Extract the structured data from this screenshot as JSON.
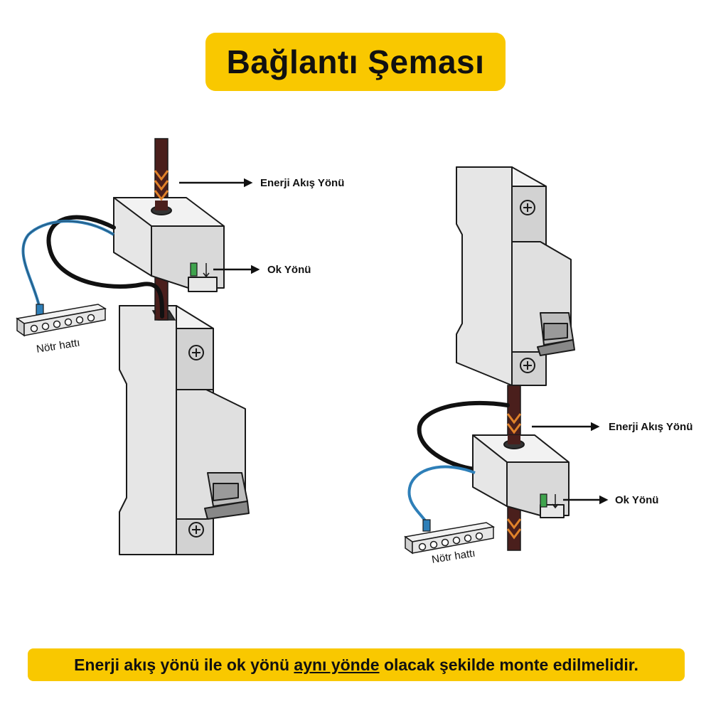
{
  "title": "Bağlantı Şeması",
  "footer": {
    "part1": "Enerji akış yönü ile ok yönü ",
    "underlined": "aynı yönde",
    "part2": " olacak şekilde monte edilmelidir."
  },
  "left_panel": {
    "energy_flow_label": "Enerji Akış Yönü",
    "arrow_direction_label": "Ok Yönü",
    "neutral_label": "Nötr hattı"
  },
  "right_panel": {
    "energy_flow_label": "Enerji Akış Yönü",
    "arrow_direction_label": "Ok Yönü",
    "neutral_label": "Nötr hattı"
  },
  "colors": {
    "accent_yellow": "#F9C800",
    "phase_cable": "#4A1F1C",
    "flow_chevron": "#E0822A",
    "neutral_cable": "#2E7FB8",
    "indicator_green": "#3FA34D",
    "device_body": "#E3E3E3",
    "outline": "#1A1A1A"
  },
  "icons": [
    "arrow-right-icon",
    "screw-icon",
    "chevron-down-icon"
  ]
}
